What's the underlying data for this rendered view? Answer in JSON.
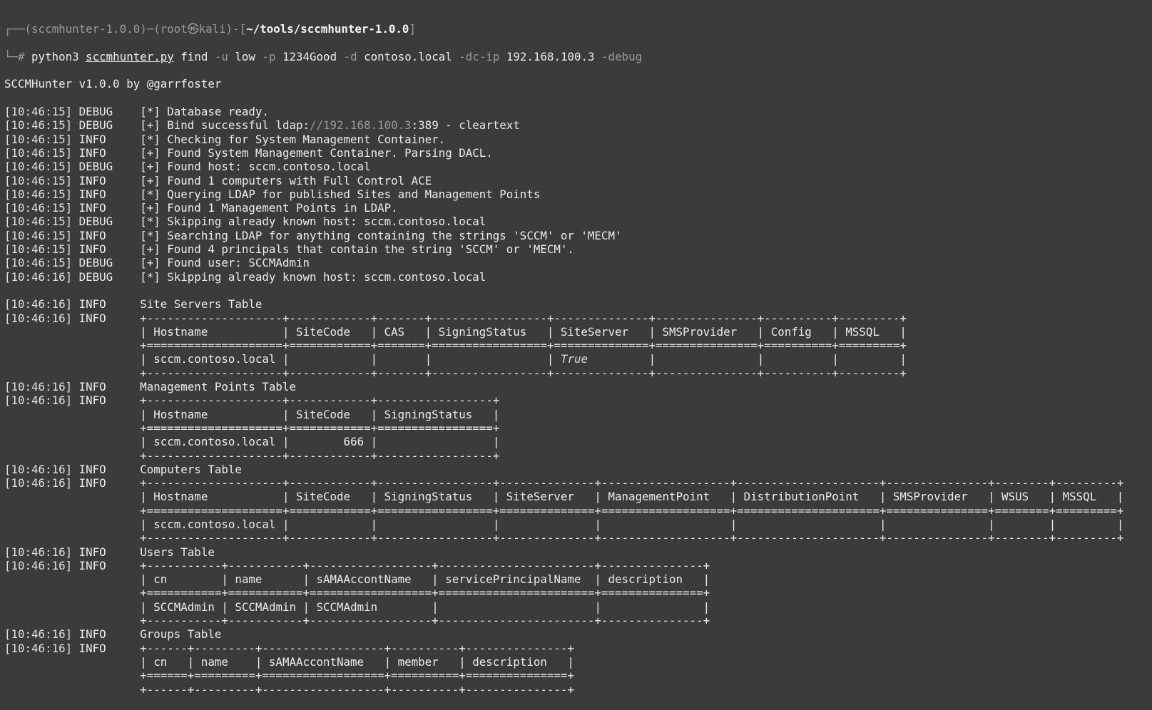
{
  "prompt": {
    "line1_prefix": "┌──(sccmhunter-1.0.0)─(root",
    "line1_skull": "㉿",
    "line1_mid": "kali)-[",
    "line1_path": "~/tools/sccmhunter-1.0.0",
    "line1_end": "]",
    "line2_prefix": "└─# ",
    "cmd_python": "python3 ",
    "cmd_script": "sccmhunter.py",
    "cmd_find": " find ",
    "flag_u": "-u",
    "val_u": " low ",
    "flag_p": "-p",
    "val_p": " 1234Good ",
    "flag_d": "-d",
    "val_d": " contoso.local ",
    "flag_dcip": "-dc-ip",
    "val_dcip": " 192.168.100.3 ",
    "flag_debug": "-debug"
  },
  "banner": "SCCMHunter v1.0.0 by @garrfoster",
  "logs": [
    {
      "ts": "[10:46:15]",
      "level": "DEBUG",
      "msg": "[*] Database ready."
    },
    {
      "ts": "[10:46:15]",
      "level": "DEBUG",
      "msg_a": "[+] Bind successful ldap:",
      "msg_dim": "//192.168.100.3",
      "msg_b": ":389 - cleartext"
    },
    {
      "ts": "[10:46:15]",
      "level": "INFO",
      "msg": "[*] Checking for System Management Container."
    },
    {
      "ts": "[10:46:15]",
      "level": "INFO",
      "msg": "[+] Found System Management Container. Parsing DACL."
    },
    {
      "ts": "[10:46:15]",
      "level": "DEBUG",
      "msg": "[+] Found host: sccm.contoso.local"
    },
    {
      "ts": "[10:46:15]",
      "level": "INFO",
      "msg": "[+] Found 1 computers with Full Control ACE"
    },
    {
      "ts": "[10:46:15]",
      "level": "INFO",
      "msg": "[*] Querying LDAP for published Sites and Management Points"
    },
    {
      "ts": "[10:46:15]",
      "level": "INFO",
      "msg": "[+] Found 1 Management Points in LDAP."
    },
    {
      "ts": "[10:46:15]",
      "level": "DEBUG",
      "msg": "[*] Skipping already known host: sccm.contoso.local"
    },
    {
      "ts": "[10:46:15]",
      "level": "INFO",
      "msg": "[*] Searching LDAP for anything containing the strings 'SCCM' or 'MECM'"
    },
    {
      "ts": "[10:46:15]",
      "level": "INFO",
      "msg": "[+] Found 4 principals that contain the string 'SCCM' or 'MECM'."
    },
    {
      "ts": "[10:46:15]",
      "level": "DEBUG",
      "msg": "[+] Found user: SCCMAdmin"
    },
    {
      "ts": "[10:46:16]",
      "level": "DEBUG",
      "msg": "[*] Skipping already known host: sccm.contoso.local"
    }
  ],
  "tables": {
    "site_servers": {
      "ts1": "[10:46:16]",
      "lvl1": "INFO",
      "title": "Site Servers Table",
      "ts2": "[10:46:16]",
      "lvl2": "INFO",
      "headers": [
        "Hostname",
        "SiteCode",
        "CAS",
        "SigningStatus",
        "SiteServer",
        "SMSProvider",
        "Config",
        "MSSQL"
      ],
      "row": [
        "sccm.contoso.local",
        "",
        "",
        "",
        "True",
        "",
        "",
        ""
      ]
    },
    "management_points": {
      "ts1": "[10:46:16]",
      "lvl1": "INFO",
      "title": "Management Points Table",
      "ts2": "[10:46:16]",
      "lvl2": "INFO",
      "headers": [
        "Hostname",
        "SiteCode",
        "SigningStatus"
      ],
      "row": [
        "sccm.contoso.local",
        "666",
        ""
      ]
    },
    "computers": {
      "ts1": "[10:46:16]",
      "lvl1": "INFO",
      "title": "Computers Table",
      "ts2": "[10:46:16]",
      "lvl2": "INFO",
      "headers": [
        "Hostname",
        "SiteCode",
        "SigningStatus",
        "SiteServer",
        "ManagementPoint",
        "DistributionPoint",
        "SMSProvider",
        "WSUS",
        "MSSQL"
      ],
      "row": [
        "sccm.contoso.local",
        "",
        "",
        "",
        "",
        "",
        "",
        "",
        ""
      ]
    },
    "users": {
      "ts1": "[10:46:16]",
      "lvl1": "INFO",
      "title": "Users Table",
      "ts2": "[10:46:16]",
      "lvl2": "INFO",
      "headers": [
        "cn",
        "name",
        "sAMAAccontName",
        "servicePrincipalName",
        "description"
      ],
      "row": [
        "SCCMAdmin",
        "SCCMAdmin",
        "SCCMAdmin",
        "",
        ""
      ]
    },
    "groups": {
      "ts1": "[10:46:16]",
      "lvl1": "INFO",
      "title": "Groups Table",
      "ts2": "[10:46:16]",
      "lvl2": "INFO",
      "headers": [
        "cn",
        "name",
        "sAMAAccontName",
        "member",
        "description"
      ]
    }
  },
  "colors": {
    "background": "#3b3b3b",
    "text": "#ececec",
    "dim": "#9a9a9a"
  }
}
